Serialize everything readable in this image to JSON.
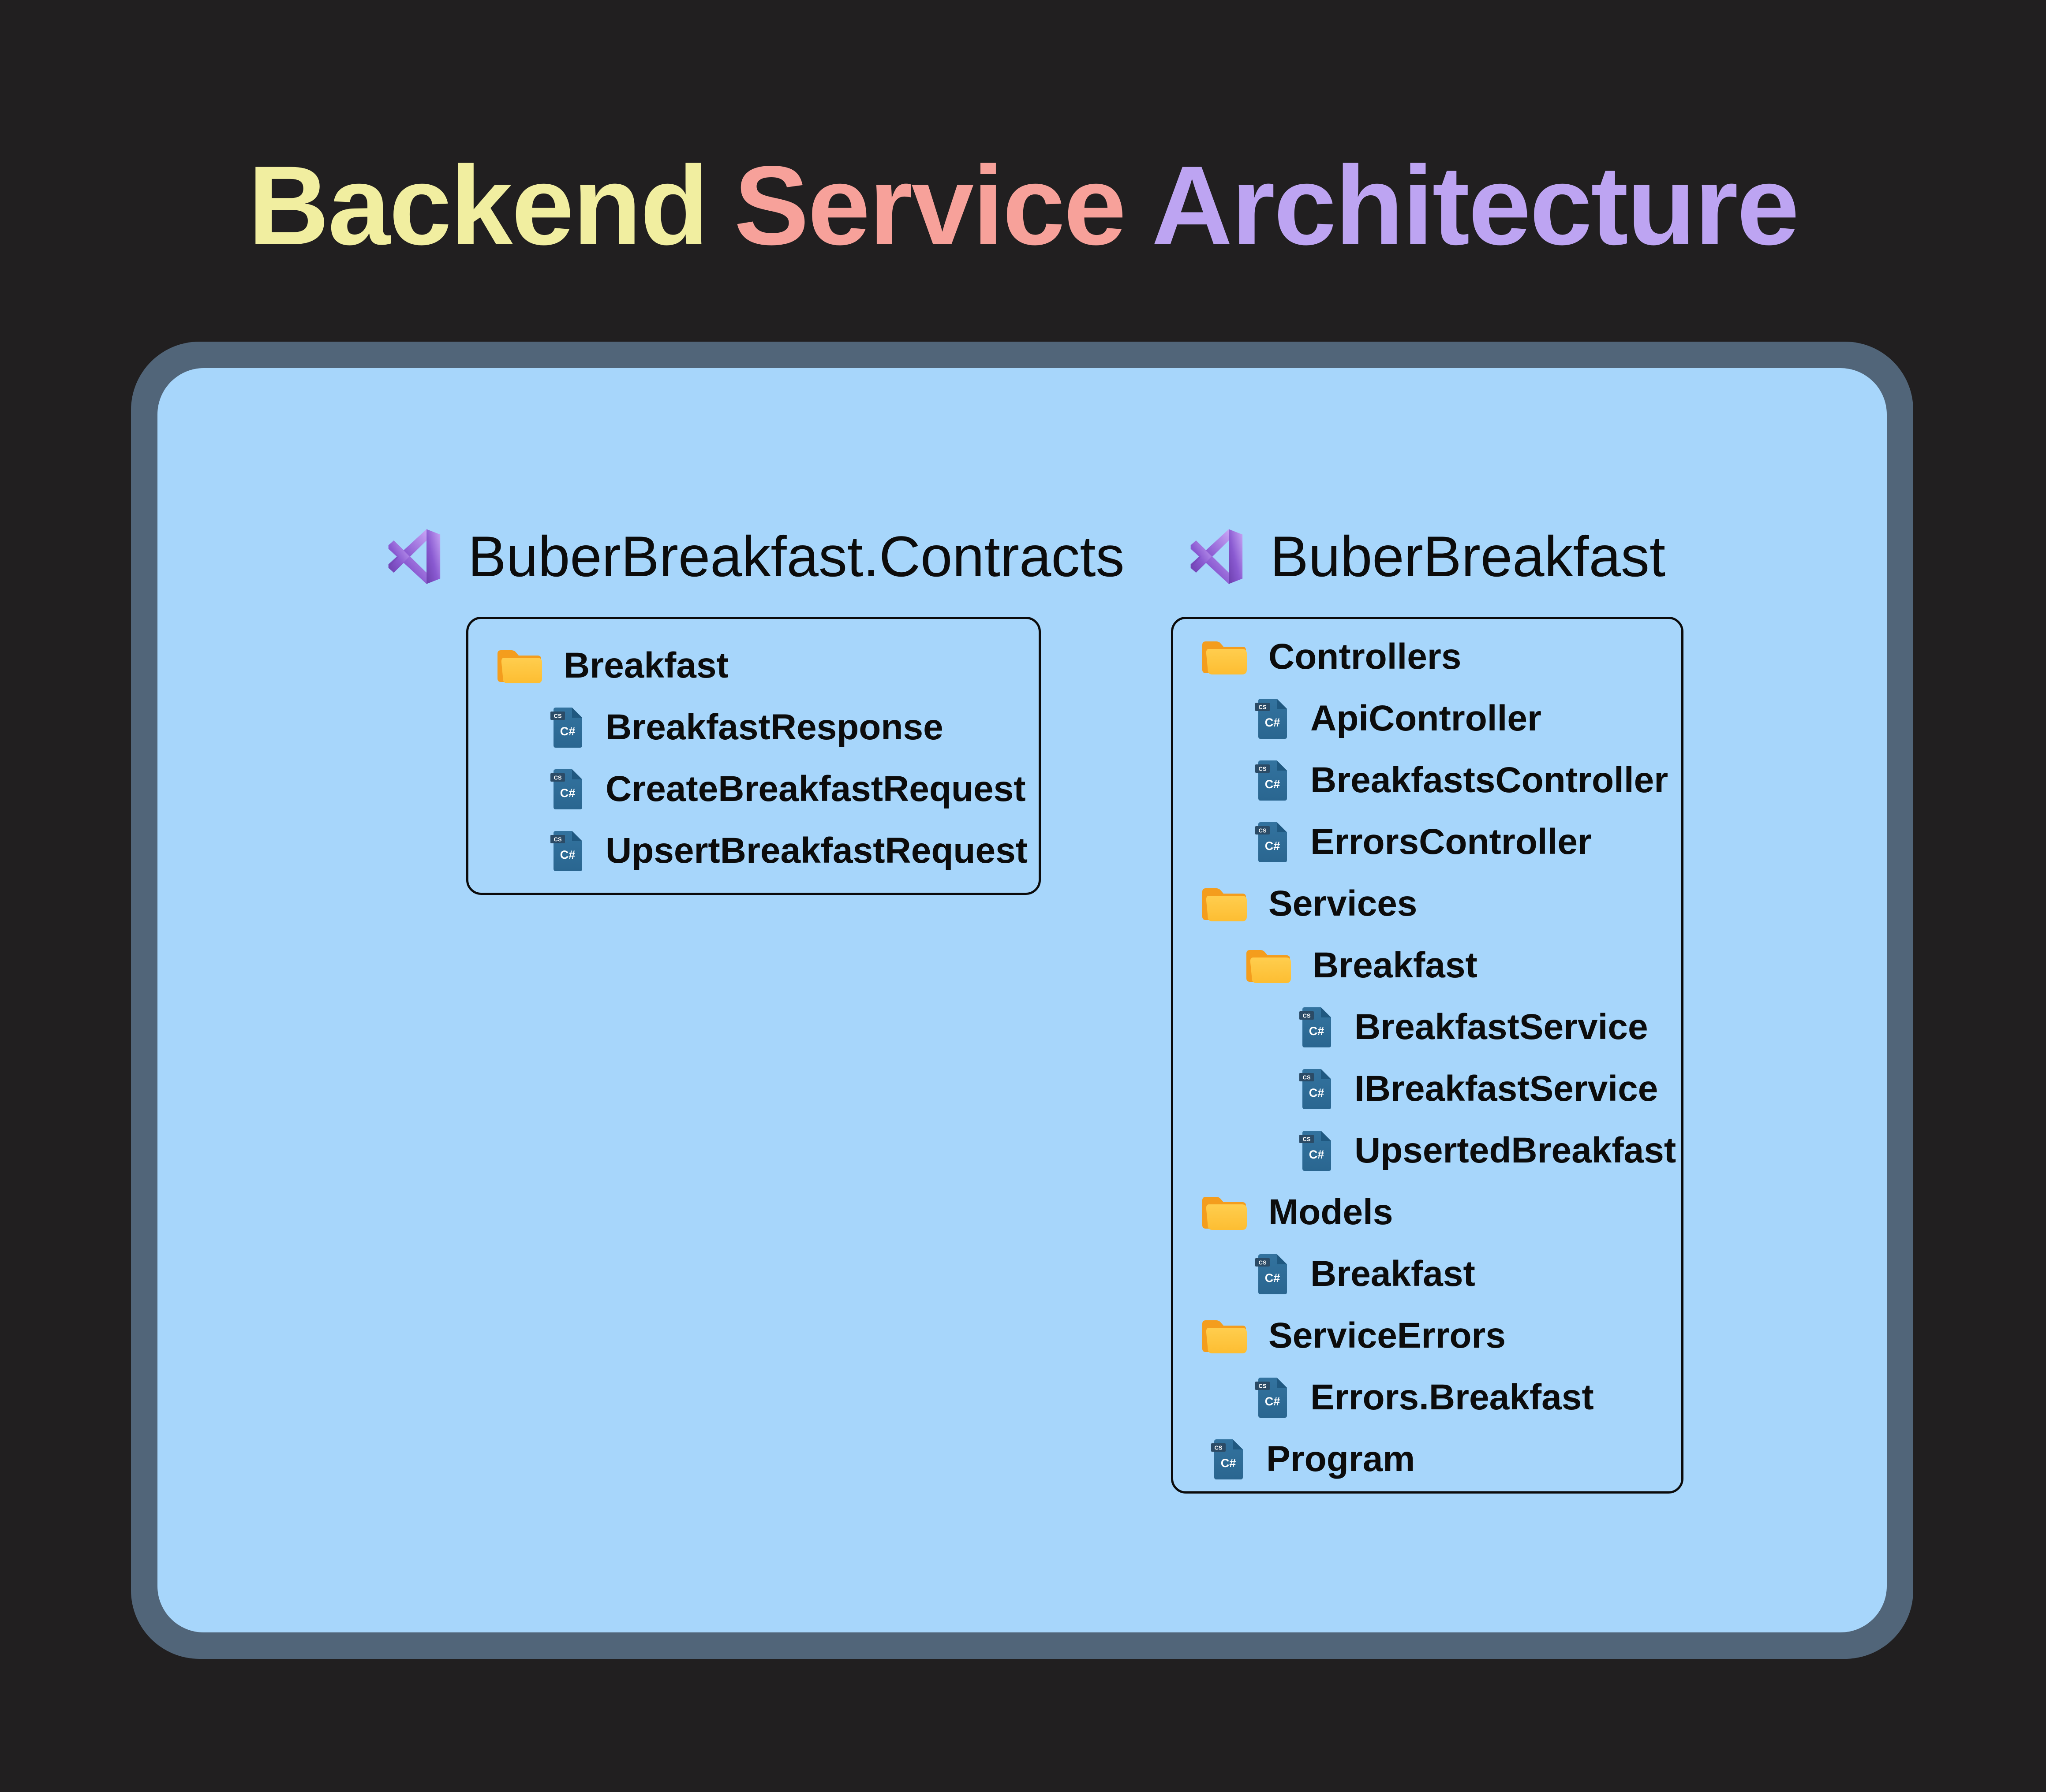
{
  "title": {
    "words": [
      {
        "text": "Backend",
        "color": "#F1EEA0"
      },
      {
        "text": "Service",
        "color": "#F7A19A"
      },
      {
        "text": "Architecture",
        "color": "#BDA4F2"
      }
    ]
  },
  "colors": {
    "page_background": "#211F20",
    "panel_border": "#516579",
    "panel_fill": "#A7D6FB",
    "tree_box_border": "#0B0B0B",
    "tree_text": "#0C0C0C",
    "folder_back": "#F49D1D",
    "folder_front_top": "#FFCD4D",
    "folder_front_bottom": "#FDBE33",
    "csharp_file_body": "#2F6F9E",
    "csharp_file_fold": "#1F5880",
    "csharp_file_badge": "#2B4B66",
    "vs_icon_dark": "#6D3FAE",
    "vs_icon_mid": "#8A5AD1",
    "vs_icon_light": "#C9A6F6"
  },
  "icons": {
    "visual_studio": "visual-studio-icon",
    "folder": "folder-icon",
    "csharp_file": "csharp-file-icon",
    "csharp_badge": "CS",
    "csharp_label": "C#"
  },
  "projects": [
    {
      "name": "BuberBreakfast.Contracts",
      "items": [
        {
          "label": "Breakfast",
          "type": "folder",
          "level": 0
        },
        {
          "label": "BreakfastResponse",
          "type": "file",
          "level": 1
        },
        {
          "label": "CreateBreakfastRequest",
          "type": "file",
          "level": 1
        },
        {
          "label": "UpsertBreakfastRequest",
          "type": "file",
          "level": 1
        }
      ]
    },
    {
      "name": "BuberBreakfast",
      "items": [
        {
          "label": "Controllers",
          "type": "folder",
          "level": 0
        },
        {
          "label": "ApiController",
          "type": "file",
          "level": 1
        },
        {
          "label": "BreakfastsController",
          "type": "file",
          "level": 1
        },
        {
          "label": "ErrorsController",
          "type": "file",
          "level": 1
        },
        {
          "label": "Services",
          "type": "folder",
          "level": 0
        },
        {
          "label": "Breakfast",
          "type": "folder",
          "level": 1
        },
        {
          "label": "BreakfastService",
          "type": "file",
          "level": 2
        },
        {
          "label": "IBreakfastService",
          "type": "file",
          "level": 2
        },
        {
          "label": "UpsertedBreakfast",
          "type": "file",
          "level": 2
        },
        {
          "label": "Models",
          "type": "folder",
          "level": 0
        },
        {
          "label": "Breakfast",
          "type": "file",
          "level": 1
        },
        {
          "label": "ServiceErrors",
          "type": "folder",
          "level": 0
        },
        {
          "label": "Errors.Breakfast",
          "type": "file",
          "level": 1
        },
        {
          "label": "Program",
          "type": "file",
          "level": 0
        }
      ]
    }
  ]
}
